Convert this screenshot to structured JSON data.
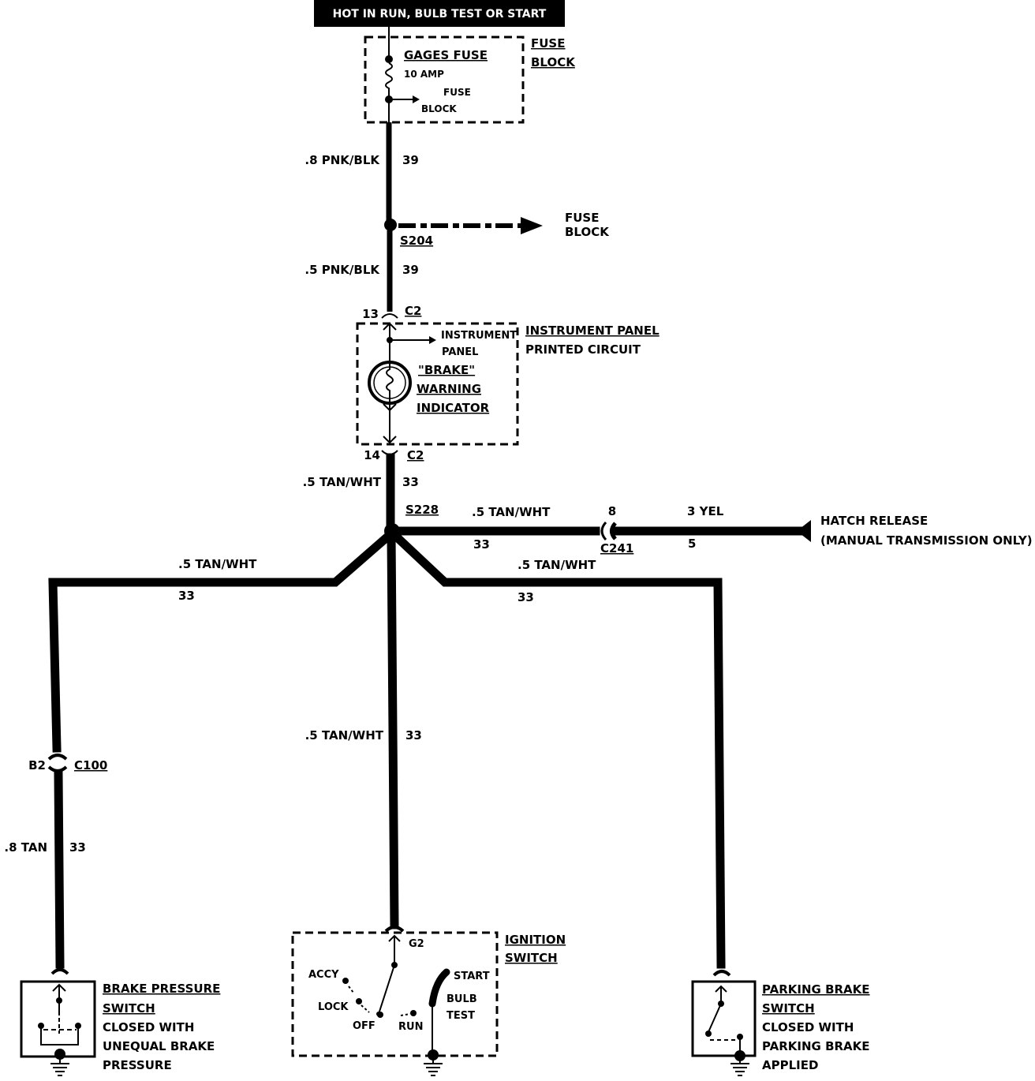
{
  "header": {
    "power_note": "HOT IN RUN, BULB TEST OR START"
  },
  "fuse_block": {
    "title_line1": "FUSE",
    "title_line2": "BLOCK",
    "fuse_name": "GAGES FUSE",
    "fuse_rating": "10 AMP",
    "tap_line1": "FUSE",
    "tap_line2": "BLOCK"
  },
  "wires": {
    "w1_gauge": ".8 PNK/BLK",
    "w1_circuit": "39",
    "w2_gauge": ".5 PNK/BLK",
    "w2_circuit": "39",
    "w3_gauge": ".5 TAN/WHT",
    "w3_circuit": "33",
    "right_gauge": ".5 TAN/WHT",
    "right_circuit": "33",
    "hatch_gauge": "3 YEL",
    "hatch_circuit": "5",
    "left_gauge": ".5 TAN/WHT",
    "left_circuit": "33",
    "diag_right_gauge": ".5 TAN/WHT",
    "diag_right_circuit": "33",
    "center_gauge": ".5 TAN/WHT",
    "center_circuit": "33",
    "left_low_gauge": ".8 TAN",
    "left_low_circuit": "33"
  },
  "splices": {
    "s204": "S204",
    "s204_dest_line1": "FUSE",
    "s204_dest_line2": "BLOCK",
    "s228": "S228"
  },
  "connectors": {
    "c2_top_pin": "13",
    "c2_top": "C2",
    "c2_bottom_pin": "14",
    "c2_bottom": "C2",
    "c241_pin": "8",
    "c241": "C241",
    "c100_pin": "B2",
    "c100": "C100",
    "g2": "G2"
  },
  "instrument_panel": {
    "title_line1": "INSTRUMENT PANEL",
    "title_line2": "PRINTED CIRCUIT",
    "tap_line1": "INSTRUMENT",
    "tap_line2": "PANEL",
    "indicator_line1": "\"BRAKE\"",
    "indicator_line2": "WARNING",
    "indicator_line3": "INDICATOR"
  },
  "hatch": {
    "line1": "HATCH RELEASE",
    "line2": "(MANUAL TRANSMISSION ONLY)"
  },
  "brake_pressure_switch": {
    "title_line1": "BRAKE PRESSURE",
    "title_line2": "SWITCH",
    "desc_line1": "CLOSED WITH",
    "desc_line2": "UNEQUAL BRAKE",
    "desc_line3": "PRESSURE"
  },
  "ignition_switch": {
    "title_line1": "IGNITION",
    "title_line2": "SWITCH",
    "pos_accy": "ACCY",
    "pos_lock": "LOCK",
    "pos_off": "OFF",
    "pos_run": "RUN",
    "pos_start": "START",
    "pos_bulb_line1": "BULB",
    "pos_bulb_line2": "TEST"
  },
  "parking_brake_switch": {
    "title_line1": "PARKING BRAKE",
    "title_line2": "SWITCH",
    "desc_line1": "CLOSED WITH",
    "desc_line2": "PARKING BRAKE",
    "desc_line3": "APPLIED"
  }
}
